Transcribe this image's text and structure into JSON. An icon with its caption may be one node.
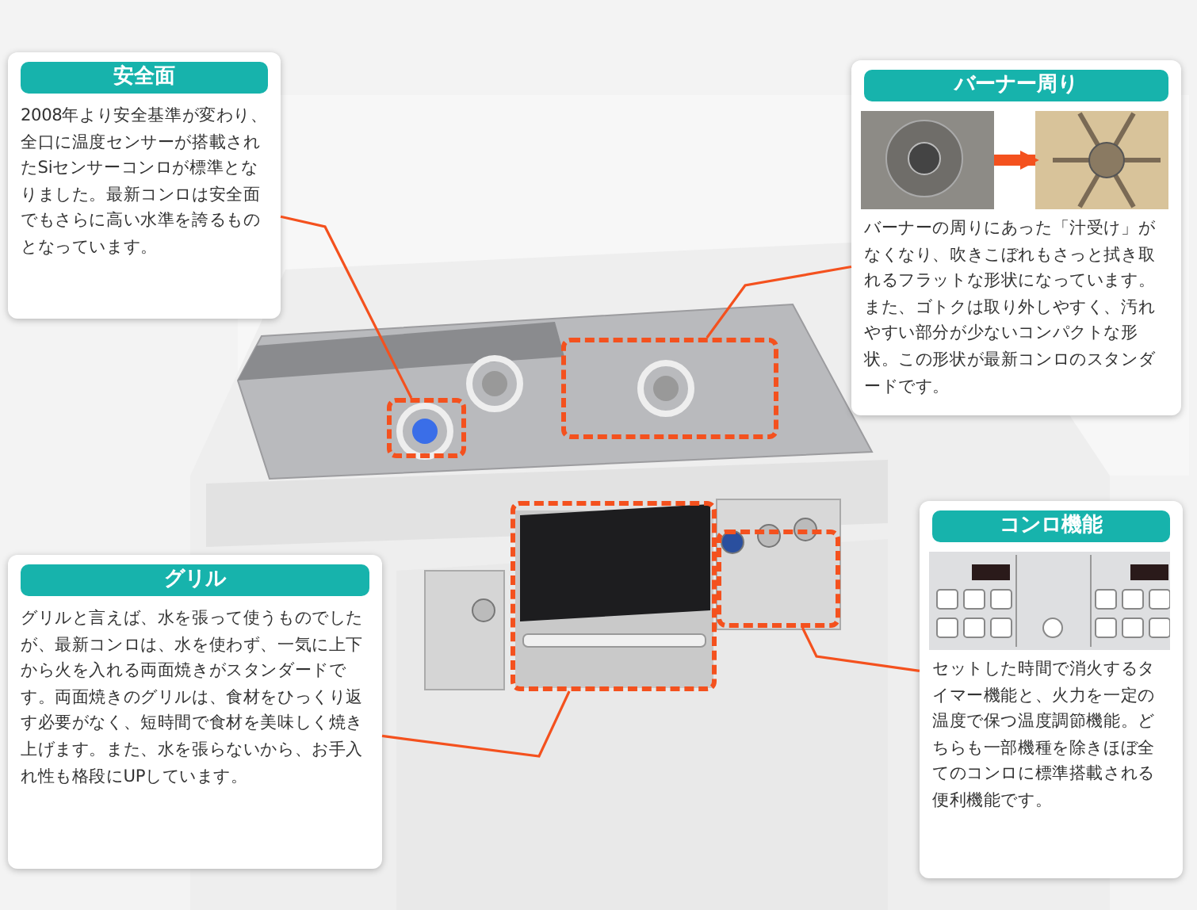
{
  "diagram": {
    "nodes": [
      {
        "text": [
          "安全面",
          "2008年より安全基準が変わり、全口に温度センサーが搭載されたSiセンサーコンロが標準となりました。最新コンロは安全面でもさらに高い水準を誇るものとなっています。"
        ]
      },
      {
        "text": [
          "バーナー周り",
          "バーナーの周りにあった「汁受け」がなくなり、吹きこぼれもさっと拭き取れるフラットな形状になっています。また、ゴトクは取り外しやすく、汚れやすい部分が少ないコンパクトな形状。この形状が最新コンロのスタンダードです。"
        ]
      },
      {
        "text": [],
        "shape": "picture",
        "in": 1
      },
      {
        "text": [],
        "shape": "picture",
        "in": 1
      },
      {
        "text": [
          "グリル",
          "グリルと言えば、水を張って使うものでしたが、最新コンロは、水を使わず、一気に上下から火を入れる両面焼きがスタンダードです。両面焼きのグリルは、食材をひっくり返す必要がなく、短時間で食材を美味しく焼き上げます。また、水を張らないから、お手入れ性も格段にUPしています。"
        ]
      },
      {
        "text": [
          "コンロ機能",
          "セットした時間で消火するタイマー機能と、火力を一定の温度で保つ温度調節機能。どちらも一部機種を除きほぼ全てのコンロに標準搭載される便利機能です。"
        ]
      },
      {
        "text": [],
        "shape": "picture",
        "in": 5
      },
      {
        "text": [],
        "shape": "box"
      },
      {
        "text": [],
        "shape": "box"
      },
      {
        "text": [],
        "shape": "box"
      },
      {
        "text": [],
        "shape": "box"
      }
    ],
    "edges": [
      {
        "from": 0,
        "to": 7,
        "arrow": "none"
      },
      {
        "from": 1,
        "to": 8,
        "arrow": "none"
      },
      {
        "from": 2,
        "to": 3,
        "arrow": "to",
        "style": "thick"
      },
      {
        "from": 4,
        "to": 9,
        "arrow": "none"
      },
      {
        "from": 5,
        "to": 10,
        "arrow": "none"
      }
    ]
  }
}
